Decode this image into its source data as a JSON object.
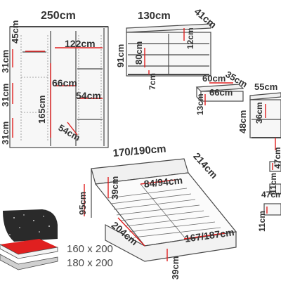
{
  "wardrobe": {
    "width": "250cm",
    "height_top": "45cm",
    "inner_width": "122cm",
    "shelf_gap": "31cm",
    "inner_height": "165cm",
    "inner_shelf_a": "66cm",
    "inner_shelf_b": "54cm",
    "depth": "54cm",
    "left_edge": "31cm"
  },
  "dresser": {
    "width": "130cm",
    "depth": "41cm",
    "height": "91cm",
    "drawer_height": "80cm",
    "top_mark": "12cm",
    "plinth": "7cm"
  },
  "shelf_unit": {
    "width": "60cm",
    "depth": "35cm",
    "inner": "66cm",
    "height": "13cm"
  },
  "nightstand": {
    "width": "55cm",
    "height": "48cm",
    "drawer": "36cm",
    "depth": "47cm",
    "small_a": "11cm",
    "small_b": "11cm",
    "small_c": "47cm"
  },
  "bed": {
    "width": "170/190cm",
    "length": "214cm",
    "headboard_height": "95cm",
    "headboard_top": "39cm",
    "inner_width": "84/94cm",
    "inner_length": "204cm",
    "mattress_width": "167/187cm",
    "base_height": "39cm"
  },
  "sizes": {
    "line1": "160 x 200",
    "line2": "180 x 200"
  },
  "colors": {
    "line": "#4a4a4a",
    "accent": "#e02020",
    "storage": "#2a2a2a"
  }
}
